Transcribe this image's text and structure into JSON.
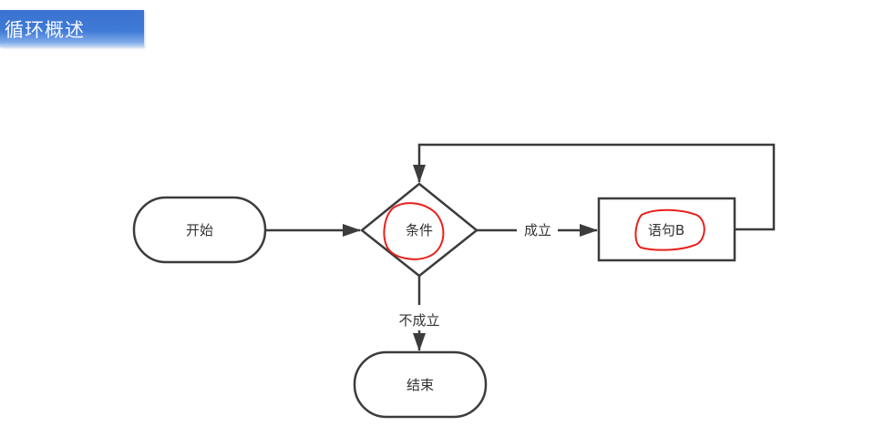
{
  "header": {
    "title": "循环概述"
  },
  "flowchart": {
    "nodes": {
      "start": {
        "label": "开始",
        "shape": "terminator"
      },
      "condition": {
        "label": "条件",
        "shape": "decision",
        "annotated": true
      },
      "statement": {
        "label": "语句B",
        "shape": "process",
        "annotated": true
      },
      "end": {
        "label": "结束",
        "shape": "terminator"
      }
    },
    "edges": {
      "true_label": "成立",
      "false_label": "不成立"
    },
    "colors": {
      "stroke": "#3c3c3c",
      "annotation": "#e8201c",
      "title_bg": "#3f7ad6"
    }
  }
}
